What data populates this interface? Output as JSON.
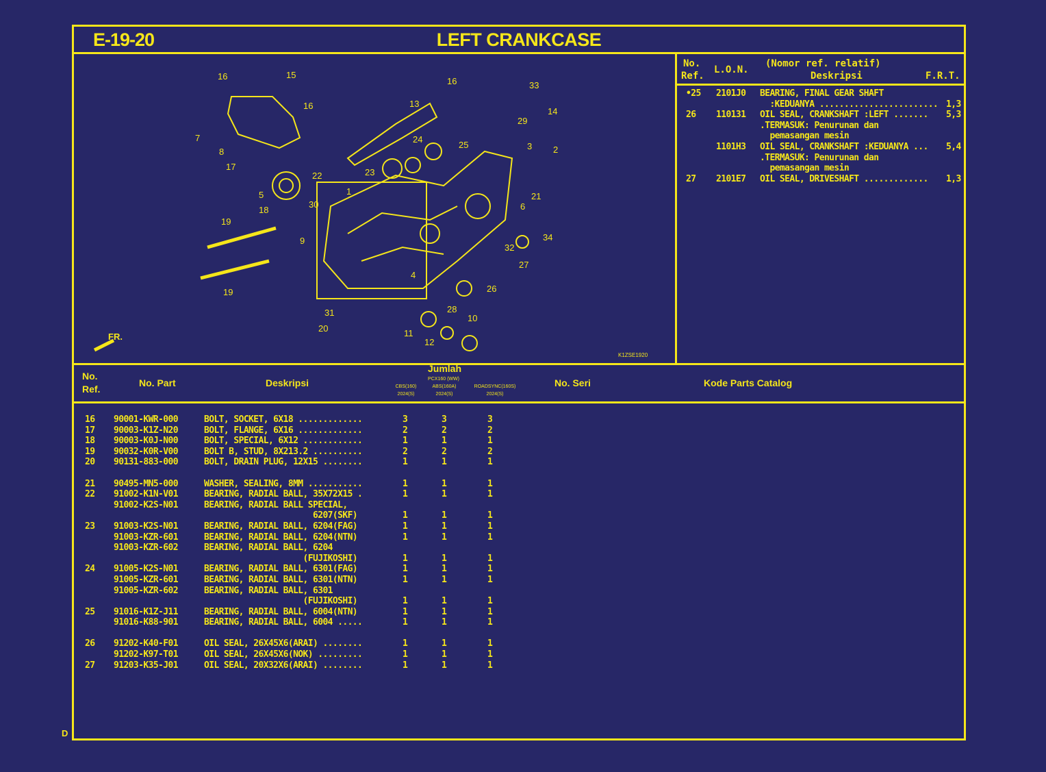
{
  "header": {
    "code": "E-19-20",
    "title": "LEFT CRANKCASE"
  },
  "diagram": {
    "callouts": [
      "16",
      "15",
      "16",
      "13",
      "16",
      "33",
      "14",
      "29",
      "7",
      "8",
      "17",
      "22",
      "5",
      "23",
      "24",
      "25",
      "3",
      "2",
      "1",
      "18",
      "30",
      "21",
      "6",
      "19",
      "9",
      "34",
      "32",
      "27",
      "4",
      "26",
      "19",
      "31",
      "20",
      "11",
      "12",
      "28",
      "10"
    ],
    "front_label": "FR.",
    "figure_id": "K1ZSE1920"
  },
  "ref_panel": {
    "headers": {
      "no": "No.",
      "ref": "Ref.",
      "lon": "L.O.N.",
      "rel": "(Nomor ref. relatif)",
      "desc": "Deskripsi",
      "frt": "F.R.T."
    },
    "lines": [
      {
        "ref": "•25",
        "lon": "2101J0",
        "desc": "BEARING, FINAL GEAR SHAFT",
        "frt": ""
      },
      {
        "ref": "",
        "lon": "",
        "desc": "  :KEDUANYA ........................",
        "frt": "1,3"
      },
      {
        "ref": "26",
        "lon": "110131",
        "desc": "OIL SEAL, CRANKSHAFT :LEFT .......",
        "frt": "5,3"
      },
      {
        "ref": "",
        "lon": "",
        "desc": ".TERMASUK: Penurunan dan",
        "frt": ""
      },
      {
        "ref": "",
        "lon": "",
        "desc": "  pemasangan mesin",
        "frt": ""
      },
      {
        "ref": "",
        "lon": "1101H3",
        "desc": "OIL SEAL, CRANKSHAFT :KEDUANYA ...",
        "frt": "5,4"
      },
      {
        "ref": "",
        "lon": "",
        "desc": ".TERMASUK: Penurunan dan",
        "frt": ""
      },
      {
        "ref": "",
        "lon": "",
        "desc": "  pemasangan mesin",
        "frt": ""
      },
      {
        "ref": "27",
        "lon": "2101E7",
        "desc": "OIL SEAL, DRIVESHAFT .............",
        "frt": "1,3"
      }
    ]
  },
  "table": {
    "headers": {
      "no": "No.",
      "ref": "Ref.",
      "part": "No. Part",
      "desc": "Deskripsi",
      "jumlah": "Jumlah",
      "model_group": "PCX160 (WW)",
      "col1": "CBS(160)",
      "col1b": "2024(S)",
      "col2": "ABS(160A)",
      "col2b": "2024(S)",
      "col3": "ROADSYNC(160S)",
      "col3b": "2024(S)",
      "seri": "No. Seri",
      "kode": "Kode Parts Catalog"
    },
    "groups": [
      [
        {
          "ref": "16",
          "part": "90001-KWR-000",
          "desc": "BOLT, SOCKET, 6X18 .............",
          "qty": [
            "3",
            "3",
            "3"
          ]
        },
        {
          "ref": "17",
          "part": "90003-K1Z-N20",
          "desc": "BOLT, FLANGE, 6X16 .............",
          "qty": [
            "2",
            "2",
            "2"
          ]
        },
        {
          "ref": "18",
          "part": "90003-K0J-N00",
          "desc": "BOLT, SPECIAL, 6X12 ............",
          "qty": [
            "1",
            "1",
            "1"
          ]
        },
        {
          "ref": "19",
          "part": "90032-K0R-V00",
          "desc": "BOLT B, STUD, 8X213.2 ..........",
          "qty": [
            "2",
            "2",
            "2"
          ]
        },
        {
          "ref": "20",
          "part": "90131-883-000",
          "desc": "BOLT, DRAIN PLUG, 12X15 ........",
          "qty": [
            "1",
            "1",
            "1"
          ]
        }
      ],
      [
        {
          "ref": "21",
          "part": "90495-MN5-000",
          "desc": "WASHER, SEALING, 8MM ...........",
          "qty": [
            "1",
            "1",
            "1"
          ]
        },
        {
          "ref": "22",
          "part": "91002-K1N-V01",
          "desc": "BEARING, RADIAL BALL, 35X72X15 .",
          "qty": [
            "1",
            "1",
            "1"
          ]
        },
        {
          "ref": "",
          "part": "91002-K2S-N01",
          "desc": "BEARING, RADIAL BALL SPECIAL,",
          "qty": [
            "",
            "",
            ""
          ]
        },
        {
          "ref": "",
          "part": "",
          "desc": "                      6207(SKF)",
          "qty": [
            "1",
            "1",
            "1"
          ]
        },
        {
          "ref": "23",
          "part": "91003-K2S-N01",
          "desc": "BEARING, RADIAL BALL, 6204(FAG)",
          "qty": [
            "1",
            "1",
            "1"
          ]
        },
        {
          "ref": "",
          "part": "91003-KZR-601",
          "desc": "BEARING, RADIAL BALL, 6204(NTN)",
          "qty": [
            "1",
            "1",
            "1"
          ]
        },
        {
          "ref": "",
          "part": "91003-KZR-602",
          "desc": "BEARING, RADIAL BALL, 6204",
          "qty": [
            "",
            "",
            ""
          ]
        },
        {
          "ref": "",
          "part": "",
          "desc": "                    (FUJIKOSHI)",
          "qty": [
            "1",
            "1",
            "1"
          ]
        },
        {
          "ref": "24",
          "part": "91005-K2S-N01",
          "desc": "BEARING, RADIAL BALL, 6301(FAG)",
          "qty": [
            "1",
            "1",
            "1"
          ]
        },
        {
          "ref": "",
          "part": "91005-KZR-601",
          "desc": "BEARING, RADIAL BALL, 6301(NTN)",
          "qty": [
            "1",
            "1",
            "1"
          ]
        },
        {
          "ref": "",
          "part": "91005-KZR-602",
          "desc": "BEARING, RADIAL BALL, 6301",
          "qty": [
            "",
            "",
            ""
          ]
        },
        {
          "ref": "",
          "part": "",
          "desc": "                    (FUJIKOSHI)",
          "qty": [
            "1",
            "1",
            "1"
          ]
        },
        {
          "ref": "25",
          "part": "91016-K1Z-J11",
          "desc": "BEARING, RADIAL BALL, 6004(NTN)",
          "qty": [
            "1",
            "1",
            "1"
          ]
        },
        {
          "ref": "",
          "part": "91016-K88-901",
          "desc": "BEARING, RADIAL BALL, 6004 .....",
          "qty": [
            "1",
            "1",
            "1"
          ]
        }
      ],
      [
        {
          "ref": "26",
          "part": "91202-K40-F01",
          "desc": "OIL SEAL, 26X45X6(ARAI) ........",
          "qty": [
            "1",
            "1",
            "1"
          ]
        },
        {
          "ref": "",
          "part": "91202-K97-T01",
          "desc": "OIL SEAL, 26X45X6(NOK) .........",
          "qty": [
            "1",
            "1",
            "1"
          ]
        },
        {
          "ref": "27",
          "part": "91203-K35-J01",
          "desc": "OIL SEAL, 20X32X6(ARAI) ........",
          "qty": [
            "1",
            "1",
            "1"
          ]
        }
      ]
    ]
  },
  "side_mark": "D",
  "colors": {
    "background": "#272767",
    "line": "#f5e61a"
  }
}
